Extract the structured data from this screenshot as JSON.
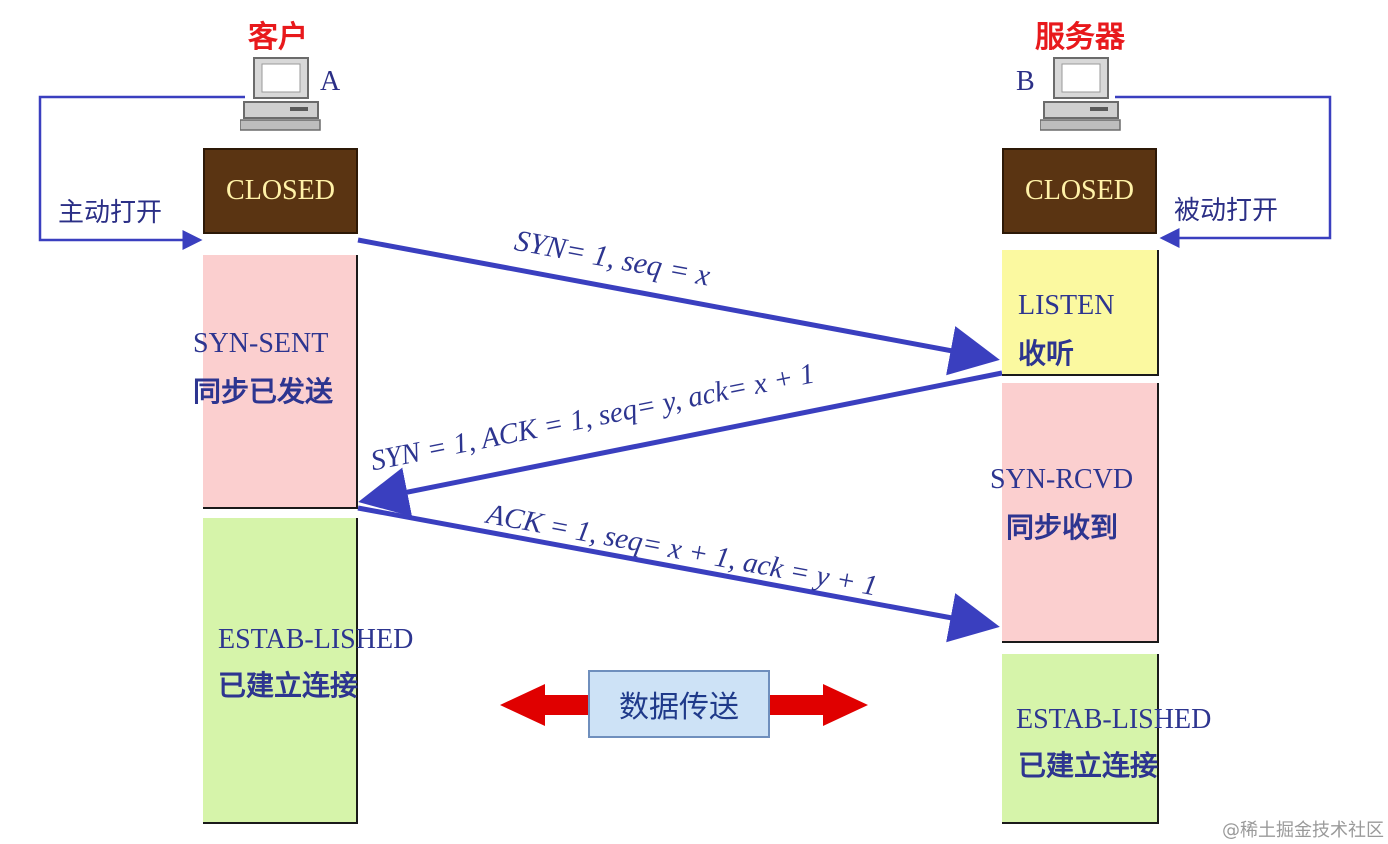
{
  "client": {
    "title": "客户",
    "letter": "A",
    "open_label": "主动打开"
  },
  "server": {
    "title": "服务器",
    "letter": "B",
    "open_label": "被动打开"
  },
  "states": {
    "client_closed": "CLOSED",
    "server_closed": "CLOSED",
    "syn_sent_en": "SYN-SENT",
    "syn_sent_zh": "同步已发送",
    "listen_en": "LISTEN",
    "listen_zh": "收听",
    "syn_rcvd_en": "SYN-RCVD",
    "syn_rcvd_zh": "同步收到",
    "client_estab_en": "ESTAB-LISHED",
    "client_estab_zh": "已建立连接",
    "server_estab_en": "ESTAB-LISHED",
    "server_estab_zh": "已建立连接"
  },
  "messages": {
    "syn": "SYN= 1, seq = x",
    "syn_ack": "SYN = 1, ACK = 1, seq= y, ack= x + 1",
    "ack": "ACK = 1, seq= x + 1, ack = y + 1"
  },
  "data_transfer": "数据传送",
  "watermark": "@稀土掘金技术社区",
  "colors": {
    "arrow": "#3a3fbf",
    "closed_bg": "#5a3412",
    "syn_sent_bg": "#fbcfcf",
    "listen_bg": "#fbf9a0",
    "established_bg": "#d6f4aa",
    "title_red": "#e8191c",
    "data_arrow": "#e00000"
  },
  "icons": {
    "computer": "computer-icon"
  }
}
